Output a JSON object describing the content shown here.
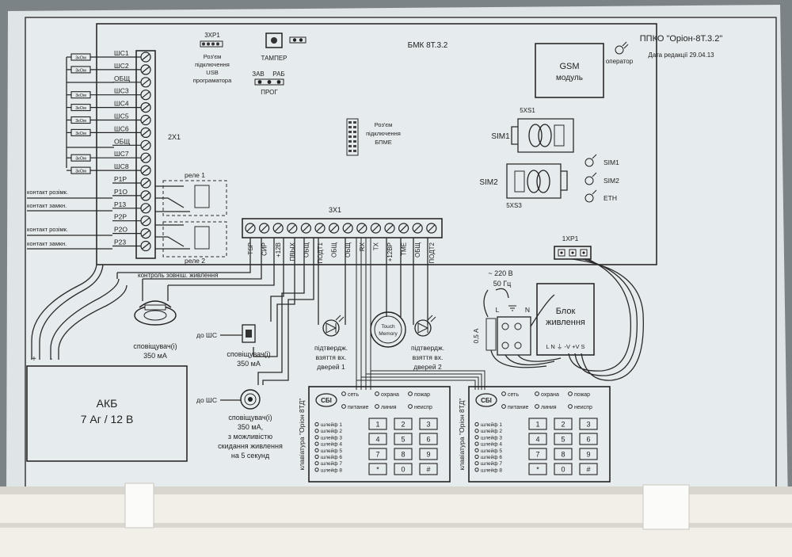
{
  "header": {
    "device": "ППКО \"Оріон-8Т.3.2\"",
    "edition": "Дата редакції 29.04.13",
    "board": "БМК 8Т.3.2"
  },
  "top_left": {
    "xp3": "3XP1",
    "usb_lines": [
      "Роз'єм",
      "підключення",
      "USB",
      "програматора"
    ],
    "tamper": "ТАМПЕР",
    "zav": "ЗАВ",
    "rab": "РАБ",
    "prog": "ПРОГ",
    "bpme_lines": [
      "Роз'єм",
      "підключення",
      "БПМЕ"
    ]
  },
  "gsm": {
    "label1": "GSM",
    "label2": "модуль",
    "operator": "оператор"
  },
  "sims": {
    "sim1": "SIM1",
    "sim2": "SIM2",
    "sim1_conn": "5XS1",
    "sim2_conn": "5XS3",
    "leds": [
      "SIM1",
      "SIM2",
      "ETH"
    ]
  },
  "terminal_2x1": {
    "name": "2X1",
    "labels": [
      "ШС1",
      "ШС2",
      "ОБЩ",
      "ШС3",
      "ШС4",
      "ШС5",
      "ШС6",
      "ОБЩ",
      "ШС7",
      "ШС8",
      "Р1Р",
      "Р1О",
      "Р13",
      "Р2Р",
      "Р2О",
      "Р23"
    ],
    "resistor": "3кОм",
    "relay1": "реле 1",
    "relay2": "реле 2",
    "contact_labels": [
      "контакт розімк.",
      "контакт замкн.",
      "контакт розімк.",
      "контакт замкн."
    ]
  },
  "terminal_3x1": {
    "name": "3X1",
    "labels": [
      "TSP",
      "СИР",
      "+12В",
      "ПВЫХ",
      "ОБЩ",
      "ПОДТ1",
      "ОБЩ",
      "ОБЩ",
      "RX",
      "TX",
      "+12ВР",
      "TME",
      "ОБЩ",
      "ПОДТ2"
    ]
  },
  "xp1": {
    "name": "1XP1"
  },
  "power": {
    "ext_control": "контроль зовніш. живлення",
    "mains_voltage": "~ 220 В",
    "mains_freq": "50 Гц",
    "l": "L",
    "n": "N",
    "fuse": "0,5 А",
    "psu_line1": "Блок",
    "psu_line2": "живлення",
    "psu_terms": "L N ⏚ -V +V S"
  },
  "battery": {
    "plus": "+",
    "minus": "-",
    "line1": "АКБ",
    "line2": "7 Аг / 12 В"
  },
  "sirens": {
    "siren1": [
      "сповіщувач(і)",
      "350 мА"
    ],
    "siren2_to": "до ШС",
    "siren2": [
      "сповіщувач(і)",
      "350 мА"
    ],
    "siren3_to": "до ШС",
    "siren3": [
      "сповіщувач(і)",
      "350 мА,",
      "з можливістю",
      "скидання живлення",
      "на 5 секунд"
    ]
  },
  "confirm": {
    "led1": [
      "підтвердж.",
      "взяття вх.",
      "дверей 1"
    ],
    "touch": [
      "Touch",
      "Memory"
    ],
    "led2": [
      "підтвердж.",
      "взяття вх.",
      "дверей 2"
    ]
  },
  "keypads": [
    {
      "side_label": "клавіатура \"Оріон 8ТД\"",
      "logo": "СБІ",
      "status": [
        "сеть",
        "охрана",
        "пожар",
        "питание",
        "линия",
        "неиспр"
      ],
      "loops": [
        "шлейф 1",
        "шлейф 2",
        "шлейф 3",
        "шлейф 4",
        "шлейф 5",
        "шлейф 6",
        "шлейф 7",
        "шлейф 8"
      ],
      "keys": [
        "1",
        "2",
        "3",
        "4",
        "5",
        "6",
        "7",
        "8",
        "9",
        "*",
        "0",
        "#"
      ]
    },
    {
      "side_label": "клавіатура \"Оріон 8ТД\"",
      "logo": "СБІ",
      "status": [
        "сеть",
        "охрана",
        "пожар",
        "питание",
        "линия",
        "неиспр"
      ],
      "loops": [
        "шлейф 1",
        "шлейф 2",
        "шлейф 3",
        "шлейф 4",
        "шлейф 5",
        "шлейф 6",
        "шлейф 7",
        "шлейф 8"
      ],
      "keys": [
        "1",
        "2",
        "3",
        "4",
        "5",
        "6",
        "7",
        "8",
        "9",
        "*",
        "0",
        "#"
      ]
    }
  ],
  "colors": {
    "sheet": "#e6ebed",
    "ink": "#2a2a2a",
    "frame": "#dde1e0",
    "ledge": "#f1efe8"
  }
}
